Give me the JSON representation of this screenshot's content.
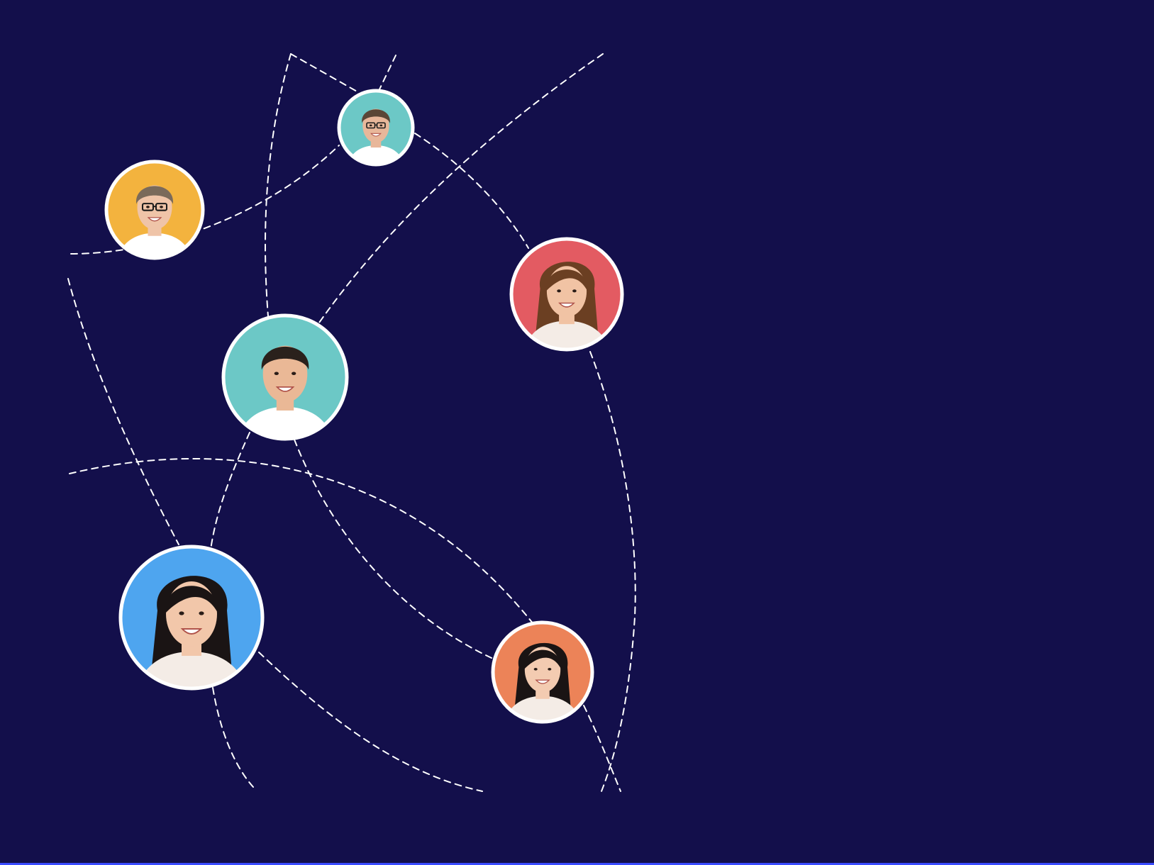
{
  "theme": {
    "background": "#130f4b",
    "line_color": "#ffffff",
    "ring_color": "#ffffff",
    "bottom_rule_color": "#3a4cff"
  },
  "avatars": [
    {
      "id": "man-glasses-small",
      "bg": "#6cc8c6",
      "skin": "#e8b79a",
      "hair": "#5a4636",
      "glasses": true,
      "hair_style": "short"
    },
    {
      "id": "man-glasses-blond",
      "bg": "#f3b33e",
      "skin": "#efc4a8",
      "hair": "#7a6a5a",
      "glasses": true,
      "hair_style": "short"
    },
    {
      "id": "woman-long-brown",
      "bg": "#e35b62",
      "skin": "#f1c3a4",
      "hair": "#6b3f22",
      "glasses": false,
      "hair_style": "long"
    },
    {
      "id": "man-dark-hair",
      "bg": "#6cc8c6",
      "skin": "#eab896",
      "hair": "#2a211c",
      "glasses": false,
      "hair_style": "short"
    },
    {
      "id": "woman-black-hair-large",
      "bg": "#4ea5ef",
      "skin": "#f2c7aa",
      "hair": "#1a1414",
      "glasses": false,
      "hair_style": "long"
    },
    {
      "id": "woman-black-hair-small",
      "bg": "#ec8358",
      "skin": "#f3cbb1",
      "hair": "#1a1414",
      "glasses": false,
      "hair_style": "long"
    }
  ]
}
